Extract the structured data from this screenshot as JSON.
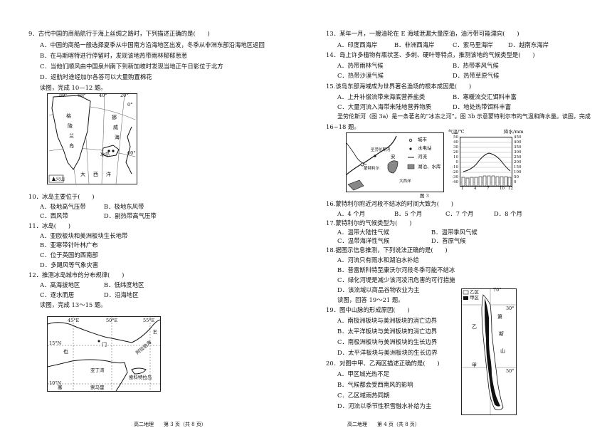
{
  "left": {
    "q9": {
      "stem": "9．古代中国的商船航行于海上丝绸之路时，下列描述正确的是(　　)",
      "options": [
        "A．中国的商船一般选择夏季从中国南方沿海地区出发，冬季从非洲东部沿海地区返回",
        "B．在马斯喀特进行停留时，发现该地热带雨林郁郁葱葱",
        "C．当他们顺风由中国泉州南下到新加坡时发现当地正午日影位于北方",
        "D．返航时途经加尔各答可以大量购置棉花"
      ]
    },
    "intro_10_12": "读图，完成 10—12 题。",
    "map1": {
      "lon1": "80°",
      "lon2": "60°",
      "lon3": "40°",
      "lon4": "20°",
      "lon5": "0°",
      "lat": "60°",
      "w1": "格",
      "w2": "陵",
      "w3": "兰",
      "w4": "岛",
      "w5": "挪",
      "w6": "威",
      "w7": "海",
      "w8": "冰岛",
      "w9": "大",
      "w10": "西",
      "w11": "洋",
      "legend": "火山"
    },
    "q10": {
      "stem": "10．冰岛主要位于(　　)",
      "options": [
        "A．极地高气压带",
        "B．极地东风带",
        "C．西风带",
        "D．副热带高气压带"
      ]
    },
    "q11": {
      "stem": "11．冰岛(　　)",
      "options": [
        "A．亚欧板块和美洲板块生长地带",
        "B．亚寒带针叶林广布",
        "C．位于英国的西南部",
        "D．多飓风等气象灾害"
      ]
    },
    "q12": {
      "stem": "12．推测冰岛城市的分布规律(　　)",
      "options": [
        "A．高海拔地区",
        "B．低纬度地区",
        "C．逐水而居",
        "D．沿海地区"
      ]
    },
    "intro_13_15": "读图，完成 13～15 题。",
    "map2": {
      "lon1": "45°E",
      "lon2": "50°E",
      "lon3": "55°E",
      "lat1": "15°N",
      "lat2": "10°N",
      "w1": "E",
      "w2": "也",
      "w3": "门",
      "w4": "阿拉伯海",
      "w5": "亚丁湾",
      "w6": "索科特拉岛",
      "w7": "索马里",
      "w8": "塞"
    },
    "footer": "高二地理　　第 3 页（共 8 页）"
  },
  "right": {
    "q13": {
      "stem": "13．某年一月，一艘油轮在 E 海域泄漏大量原油，油污带可能漂向(　　)",
      "options": [
        "A．印度西海岸",
        "B．非洲西海岸",
        "C．索马里海岸",
        "D．越南东海岸"
      ]
    },
    "q14": {
      "stem": "14．岛上许多植物有瓶状茎、多刺、硬叶等特点，推测该地的气候类型是(　　)",
      "options": [
        "A．热带雨林气候",
        "B．热带季风气候",
        "C．热带沙漠气候",
        "D．热带草原气候"
      ]
    },
    "q15": {
      "stem": "15.该岛东部海域成为世界著名渔场的根本成因是(　　)",
      "options": [
        "A．上升补偿流带来海底营养盐类",
        "B．寒暖流交汇饵料丰富",
        "C．大量河流入海带来陆地营养物质",
        "D．地处热带饵料丰富"
      ]
    },
    "intro_16_18_a": "圣劳伦斯河（图 3a）是一条著名的“冰冻之河”。图 3b 示意蒙特利尔市的气温和降水量。读图，完成",
    "intro_16_18_b": "16~18 题。",
    "map3": {
      "legend1": "城市",
      "legend2": "水电站",
      "legend3": "河流",
      "legend4": "湖泊、水库",
      "w1": "蒙特利尔",
      "w2": "圣劳伦斯河",
      "w3": "大西洋",
      "w4": "安",
      "caption": "图 3"
    },
    "climate": {
      "ylabel_left": "气温/℃",
      "ylabel_right": "降水/mm",
      "temp_ticks": [
        "50",
        "40",
        "30",
        "20",
        "10",
        "0",
        "-10",
        "-20",
        "-30",
        "-40"
      ],
      "prec_ticks": [
        "450",
        "400",
        "350",
        "300",
        "250",
        "200",
        "150",
        "100",
        "50",
        "0"
      ],
      "month_ticks": [
        "1",
        "4",
        "7",
        "10",
        "12"
      ]
    },
    "q16": {
      "stem": "16.蒙特利尔附近河段不结冰的时间大致为(　　)",
      "options": [
        "A．4 个月",
        "B．5 个月",
        "C．7 个月",
        "D．8 个月"
      ]
    },
    "q17": {
      "stem": "17.蒙特利尔的气候类型为(　　)",
      "options": [
        "A．温带大陆性气候",
        "B．温带季风气候",
        "C．温带海洋性气候",
        "D．苔原气候"
      ]
    },
    "q18": {
      "stem": "18.据图示信息推测，下列说法正确的是(　　)",
      "options": [
        "A．河流只有雨水和湖泊水补给",
        "B．普雷斯科特至康沃尔河段冬季可能不结冰",
        "C．绿化河堤是减少该河凌汛危害的可行措施",
        "D．该流域以商品谷物农业为主"
      ]
    },
    "intro_19_21": "读图，回答 19～21 题。",
    "map4": {
      "legend1": "乙区",
      "legend2": "甲区",
      "lat1": "30°",
      "lat2": "50°",
      "lon": "70°",
      "w1": "乙",
      "w2": "甲",
      "w3": "第",
      "w4": "斯",
      "w5": "山"
    },
    "q19": {
      "stem": "19．图中山脉的形成原因(　　)",
      "options": [
        "A．南极洲板块与美洲板块的消亡边界",
        "B．太平洋板块与美洲板块的消亡边界",
        "C．南极洲板块与美洲板块的生长边界",
        "D．太平洋板块与美洲板块的生长边界"
      ]
    },
    "q20": {
      "stem": "20．对图中甲、乙两区描述正确的是(　　)",
      "options": [
        "A．甲区城光热不足",
        "B．气候都会受西南风的影响",
        "C．乙区域雨热同期",
        "D．河流以季节性积雪融水补给为主"
      ]
    },
    "footer": "高二地理　　第 4 页（共 8 页）"
  }
}
